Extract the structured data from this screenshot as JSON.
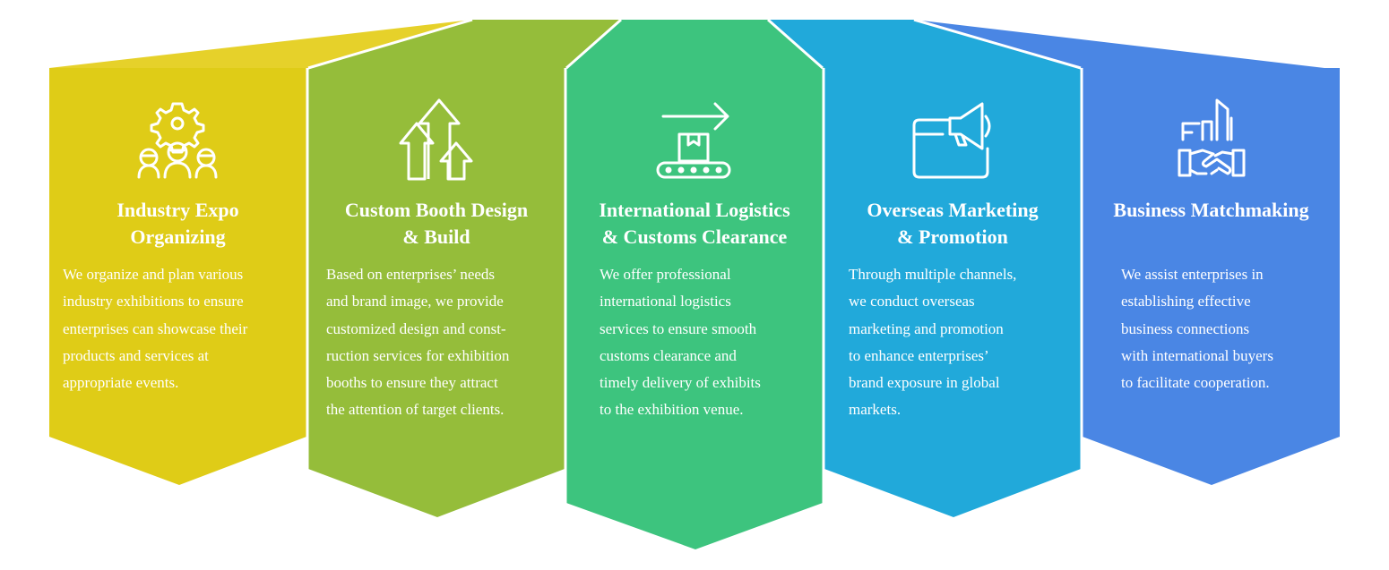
{
  "colors": {
    "card1": "#dfcc17",
    "card2": "#95bd3a",
    "card3": "#3dc47e",
    "card4": "#21a9da",
    "card5": "#4a86e4",
    "top1": "#e6d12a",
    "top2": "#95bd3a",
    "top3": "#3dc47e",
    "top4": "#21a9da",
    "top5": "#4a86e4",
    "text": "#ffffff"
  },
  "cards": [
    {
      "icon": "gear-people-icon",
      "title_lines": [
        "Industry Expo",
        "Organizing"
      ],
      "desc_lines": [
        "We organize and plan various",
        "industry exhibitions to ensure",
        "enterprises can showcase their",
        "products and services at",
        "appropriate events."
      ]
    },
    {
      "icon": "arrows-up-icon",
      "title_lines": [
        "Custom Booth Design",
        "& Build"
      ],
      "desc_lines": [
        "Based on enterprises’ needs",
        "and brand image, we provide",
        "customized design and const-",
        "ruction services for exhibition",
        "booths to ensure they attract",
        "the attention of target clients."
      ]
    },
    {
      "icon": "conveyor-box-icon",
      "title_lines": [
        "International Logistics",
        "& Customs Clearance"
      ],
      "desc_lines": [
        "We offer professional",
        "international logistics",
        "services to ensure smooth",
        "customs clearance and",
        "timely delivery of exhibits",
        "to the exhibition venue."
      ]
    },
    {
      "icon": "megaphone-window-icon",
      "title_lines": [
        "Overseas Marketing",
        "& Promotion"
      ],
      "desc_lines": [
        "Through multiple channels,",
        "we conduct overseas",
        "marketing and promotion",
        "to enhance enterprises’",
        "brand exposure in global",
        "markets."
      ]
    },
    {
      "icon": "handshake-buildings-icon",
      "title_lines": [
        "Business Matchmaking"
      ],
      "desc_lines": [
        "We assist enterprises in",
        "establishing effective",
        "business connections",
        "with international buyers",
        "to facilitate cooperation."
      ]
    }
  ]
}
